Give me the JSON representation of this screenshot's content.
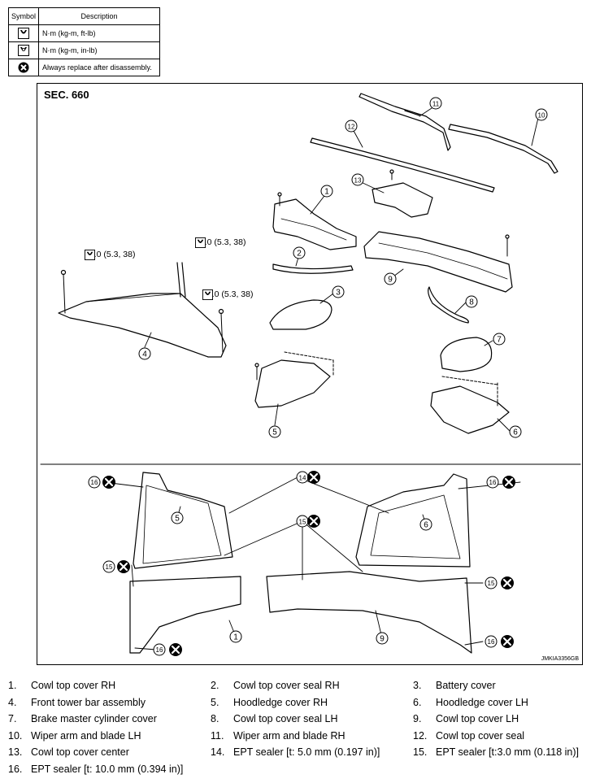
{
  "legend": {
    "header_symbol": "Symbol",
    "header_description": "Description",
    "rows": [
      {
        "icon": "torque-wrench-icon",
        "text": "N·m (kg-m, ft-lb)"
      },
      {
        "icon": "torque-wrench-inlb-icon",
        "text": "N·m (kg-m, in-lb)"
      },
      {
        "icon": "replace-x-icon",
        "text": "Always replace after disassembly."
      }
    ]
  },
  "diagram": {
    "section": "SEC. 660",
    "code": "JMKIA3356GB",
    "torque_a": "52.0 (5.3, 38)",
    "torque_b": "52.0 (5.3, 38)",
    "torque_c": "52.0 (5.3, 38)",
    "callouts": [
      "1",
      "2",
      "3",
      "4",
      "5",
      "6",
      "7",
      "8",
      "9",
      "10",
      "11",
      "12",
      "13",
      "14",
      "15",
      "16"
    ]
  },
  "parts": [
    {
      "num": "1.",
      "name": "Cowl top cover RH"
    },
    {
      "num": "2.",
      "name": "Cowl top cover seal RH"
    },
    {
      "num": "3.",
      "name": "Battery cover"
    },
    {
      "num": "4.",
      "name": "Front tower bar assembly"
    },
    {
      "num": "5.",
      "name": "Hoodledge cover RH"
    },
    {
      "num": "6.",
      "name": "Hoodledge cover LH"
    },
    {
      "num": "7.",
      "name": "Brake master cylinder cover"
    },
    {
      "num": "8.",
      "name": "Cowl top cover seal LH"
    },
    {
      "num": "9.",
      "name": "Cowl top cover LH"
    },
    {
      "num": "10.",
      "name": "Wiper arm and  blade LH"
    },
    {
      "num": "11.",
      "name": "Wiper arm and  blade RH"
    },
    {
      "num": "12.",
      "name": "Cowl top cover seal"
    },
    {
      "num": "13.",
      "name": "Cowl top cover center"
    },
    {
      "num": "14.",
      "name": "EPT sealer [t: 5.0 mm (0.197 in)]"
    },
    {
      "num": "15.",
      "name": "EPT sealer [t:3.0 mm (0.118 in)]"
    },
    {
      "num": "16.",
      "name": "EPT sealer [t: 10.0 mm (0.394 in)]"
    }
  ]
}
